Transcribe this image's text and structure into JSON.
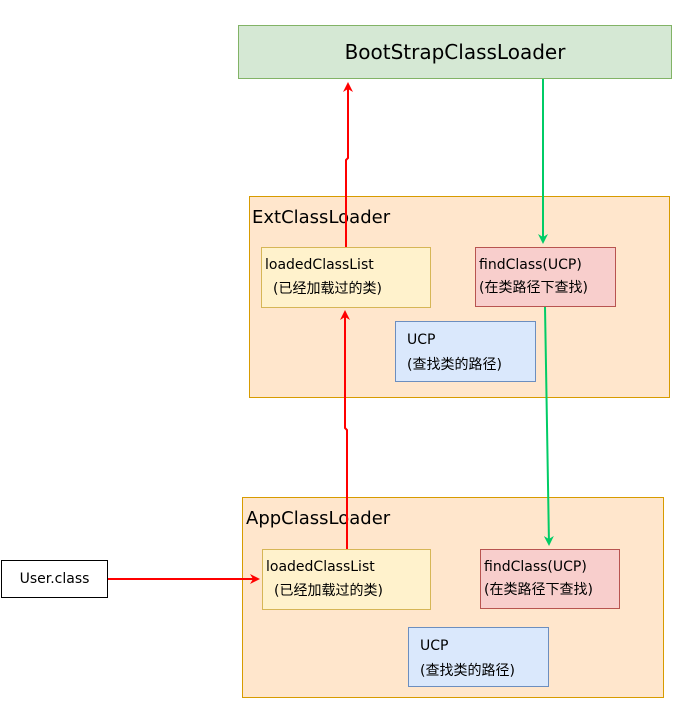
{
  "colors": {
    "red_arrow": "#ff0000",
    "green_arrow": "#00cc66"
  },
  "bootstrap": {
    "label": "BootStrapClassLoader"
  },
  "ext": {
    "title": "ExtClassLoader",
    "loaded": {
      "line1": "loadedClassList",
      "line2": "(已经加载过的类)"
    },
    "find": {
      "line1": "findClass(UCP)",
      "line2": "(在类路径下查找)"
    },
    "ucp": {
      "line1": "UCP",
      "line2": "(查找类的路径)"
    }
  },
  "app": {
    "title": "AppClassLoader",
    "loaded": {
      "line1": "loadedClassList",
      "line2": "(已经加载过的类)"
    },
    "find": {
      "line1": "findClass(UCP)",
      "line2": "(在类路径下查找)"
    },
    "ucp": {
      "line1": "UCP",
      "line2": "(查找类的路径)"
    }
  },
  "user_class": {
    "label": "User.class"
  }
}
